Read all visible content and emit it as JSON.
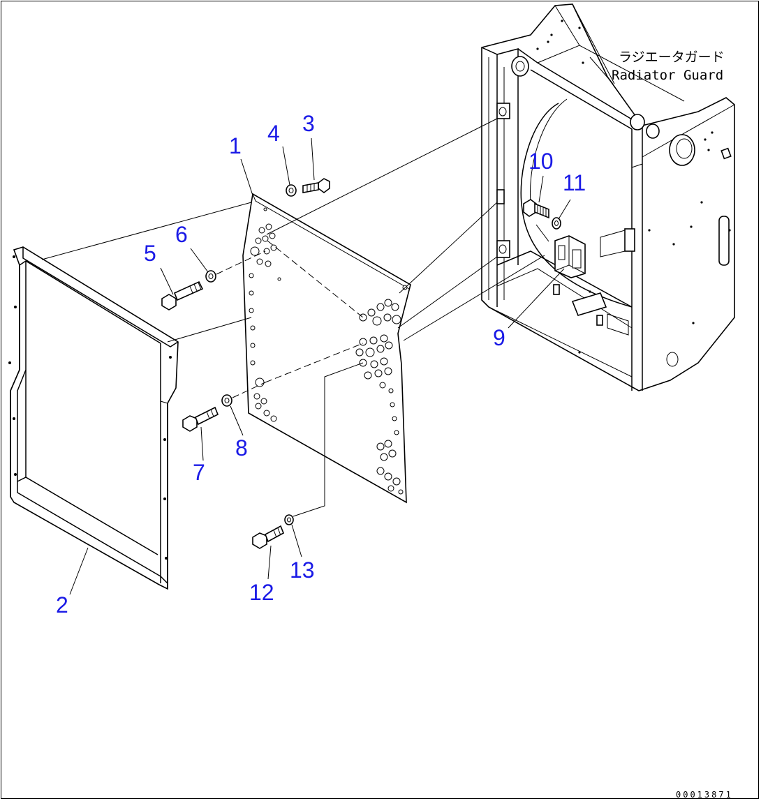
{
  "title": {
    "japanese": "ラジエータガード",
    "english": "Radiator Guard"
  },
  "document_number": "00013871",
  "callouts": [
    "1",
    "2",
    "3",
    "4",
    "5",
    "6",
    "7",
    "8",
    "9",
    "10",
    "11",
    "12",
    "13"
  ],
  "colors": {
    "callout": "#1a1ae6",
    "lines": "#000000",
    "background": "#ffffff"
  }
}
